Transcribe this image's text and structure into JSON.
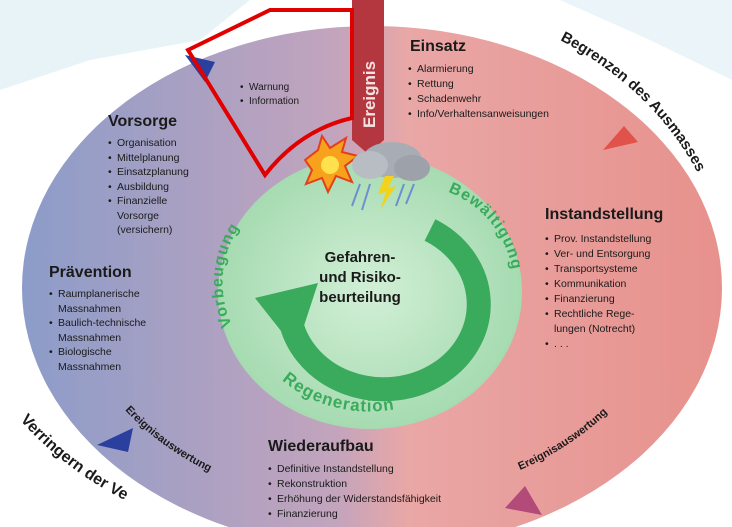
{
  "colors": {
    "outer_left": "#8c9cc9",
    "outer_right": "#e89b96",
    "inner_ring": "#b7e2bf",
    "arrow": "#3aaa5c",
    "ereignis_bar": "#b4373f",
    "highlight": "#e00000",
    "triangle_blue": "#2a3f9e",
    "triangle_red": "#e0524a"
  },
  "center": {
    "line1": "Gefahren-",
    "line2": "und Risiko-",
    "line3": "beurteilung"
  },
  "ring": {
    "vorbeugung": "Vorbeugung",
    "bewaeltigung": "Bewältigung",
    "regeneration": "Regeneration"
  },
  "ereignis": "Ereignis",
  "outer": {
    "begrenzen": "Begrenzen des Ausmasses",
    "verringern": "Verringern der Ve",
    "ereignisauswertung_left": "Ereignisauswertung",
    "ereignisauswertung_right": "Ereignisauswertung"
  },
  "sections": {
    "warnung": {
      "items": [
        "Warnung",
        "Information"
      ]
    },
    "einsatz": {
      "title": "Einsatz",
      "items": [
        "Alarmierung",
        "Rettung",
        "Schadenwehr",
        "Info/Verhaltensanweisungen"
      ]
    },
    "vorsorge": {
      "title": "Vorsorge",
      "items": [
        "Organisation",
        "Mittelplanung",
        "Einsatzplanung",
        "Ausbildung",
        "Finanzielle",
        "Vorsorge",
        "(versichern)"
      ]
    },
    "praevention": {
      "title": "Prävention",
      "items": [
        "Raumplanerische",
        "Massnahmen",
        "Baulich-technische",
        "Massnahmen",
        "Biologische",
        "Massnahmen"
      ]
    },
    "instandstellung": {
      "title": "Instandstellung",
      "items": [
        "Prov. Instandstellung",
        "Ver- und Entsorgung",
        "Transportsysteme",
        "Kommunikation",
        "Finanzierung",
        "Rechtliche Rege-",
        "lungen (Notrecht)",
        ". . ."
      ]
    },
    "wiederaufbau": {
      "title": "Wiederaufbau",
      "items": [
        "Definitive Instandstellung",
        "Rekonstruktion",
        "Erhöhung der Widerstandsfähigkeit",
        "Finanzierung"
      ]
    }
  }
}
